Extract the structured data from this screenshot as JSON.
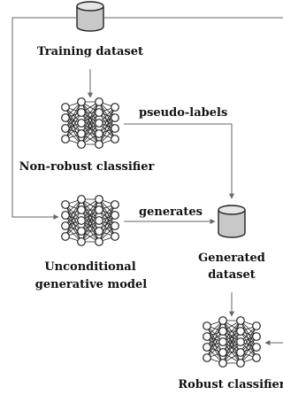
{
  "nodes": {
    "training_dataset": {
      "label": "Training dataset",
      "icon": "database-icon"
    },
    "non_robust_classifier": {
      "label": "Non-robust classifier",
      "icon": "neural-network-icon"
    },
    "generative_model": {
      "label_line1": "Unconditional",
      "label_line2": "generative model",
      "icon": "neural-network-icon"
    },
    "generated_dataset": {
      "label_line1": "Generated",
      "label_line2": "dataset",
      "icon": "database-icon"
    },
    "robust_classifier": {
      "label": "Robust classifier",
      "icon": "neural-network-icon"
    }
  },
  "edges": {
    "pseudo_labels": "pseudo-labels",
    "generates": "generates"
  },
  "colors": {
    "line": "#666666",
    "db_fill": "#c8c8c8",
    "db_top": "#e6e6e6",
    "node_stroke": "#222222",
    "text": "#111111"
  }
}
